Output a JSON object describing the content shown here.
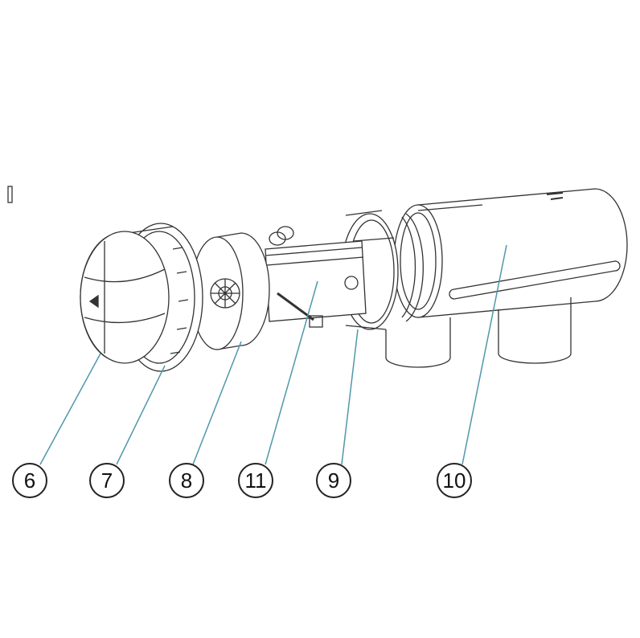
{
  "diagram": {
    "type": "exploded-parts-view",
    "leader_color": "#4f98aa",
    "callouts": [
      {
        "id": "6"
      },
      {
        "id": "7"
      },
      {
        "id": "8"
      },
      {
        "id": "11"
      },
      {
        "id": "9"
      },
      {
        "id": "10"
      }
    ]
  }
}
